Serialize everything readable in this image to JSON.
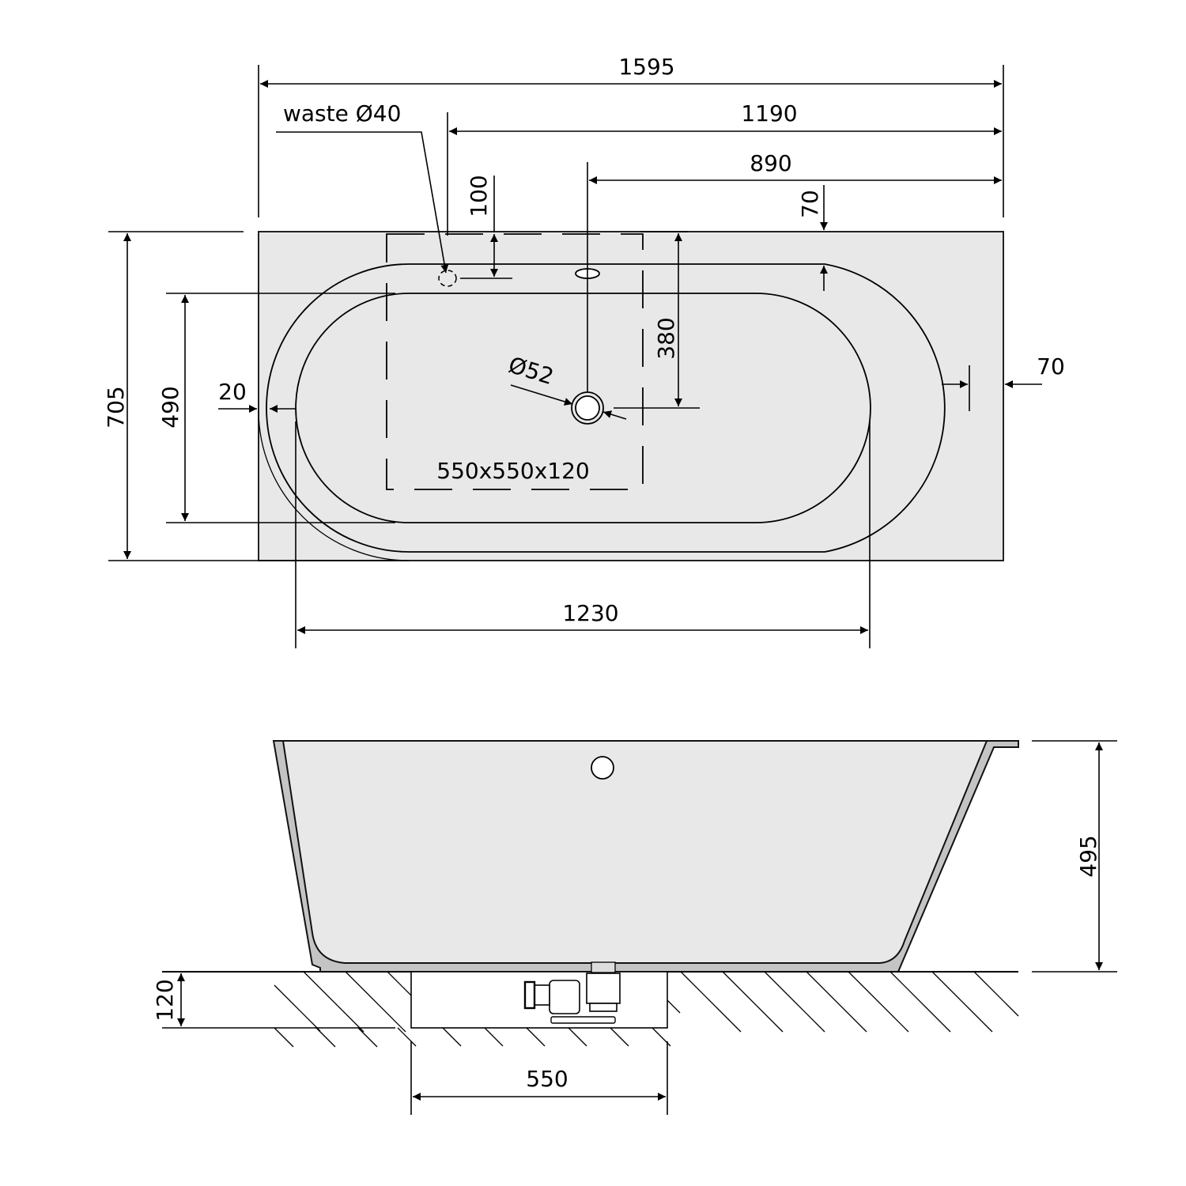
{
  "drawing": {
    "type": "technical bathtub dimension drawing",
    "unit": "mm",
    "top_view": {
      "overall_length": "1595",
      "waste_to_right": "1190",
      "overflow_to_right": "890",
      "overall_width": "705",
      "inner_width": "490",
      "left_rim": "20",
      "right_rim": "70",
      "top_rim": "70",
      "overflow_offset": "100",
      "waste_depth_offset": "380",
      "inner_length": "1230",
      "waste_label": "waste Ø40",
      "overflow_diameter": "Ø52",
      "recess_label": "550x550x120"
    },
    "side_view": {
      "height": "495",
      "recess_depth": "120",
      "recess_width": "550"
    }
  }
}
